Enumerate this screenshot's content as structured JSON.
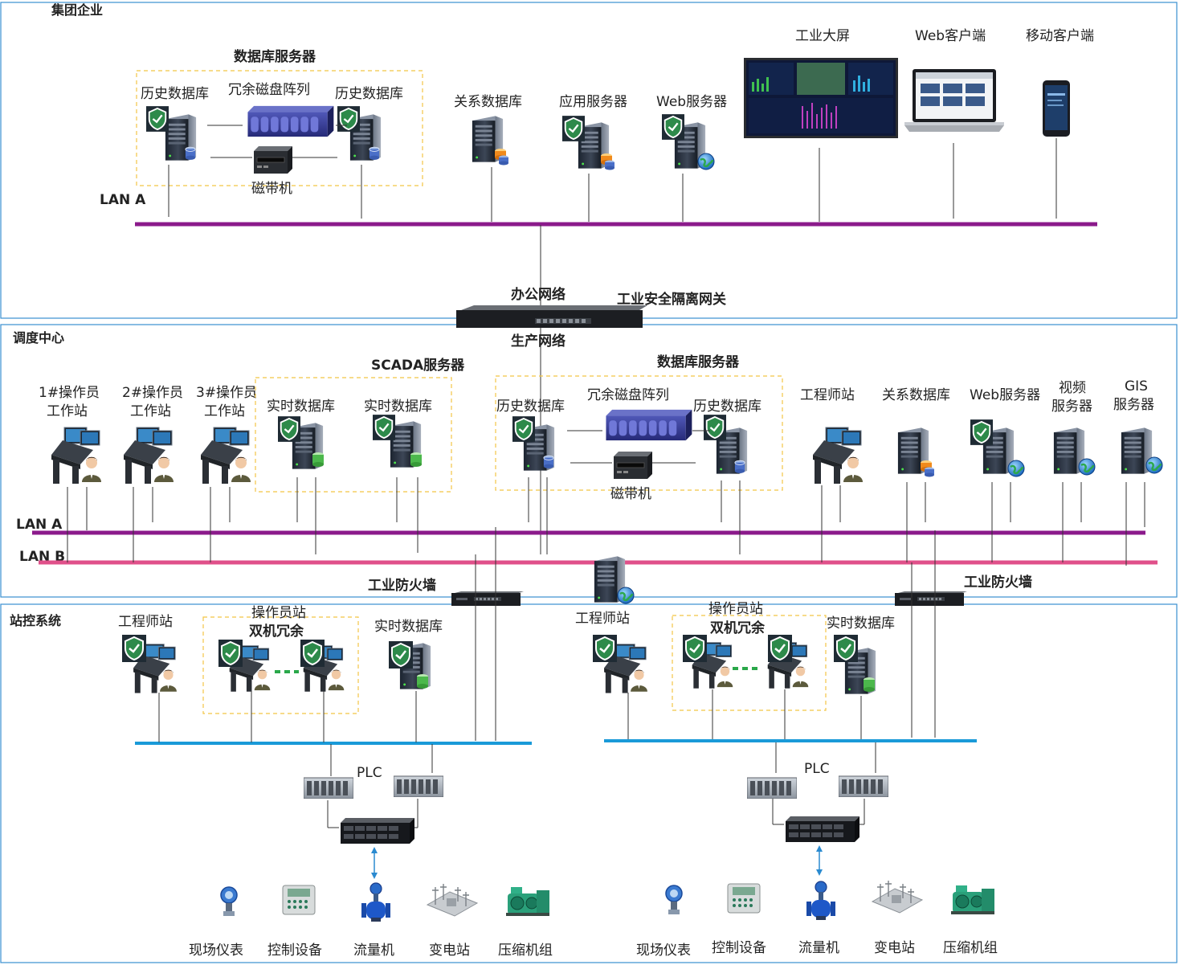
{
  "sections": {
    "group": "集团企业",
    "dispatch": "调度中心",
    "station": "站控系统"
  },
  "group": {
    "db_servers_title": "数据库服务器",
    "hist_db_left": "历史数据库",
    "raid": "冗余磁盘阵列",
    "hist_db_right": "历史数据库",
    "tape": "磁带机",
    "relational_db": "关系数据库",
    "app_server": "应用服务器",
    "web_server": "Web服务器",
    "industrial_screen": "工业大屏",
    "web_client": "Web客户端",
    "mobile_client": "移动客户端",
    "lan_a": "LAN A"
  },
  "gateway": {
    "office_net": "办公网络",
    "name": "工业安全隔离网关",
    "production_net": "生产网络"
  },
  "dispatch": {
    "op1": [
      "1#操作员",
      "工作站"
    ],
    "op2": [
      "2#操作员",
      "工作站"
    ],
    "op3": [
      "3#操作员",
      "工作站"
    ],
    "scada_title": "SCADA服务器",
    "rt_db_1": "实时数据库",
    "rt_db_2": "实时数据库",
    "db_servers_title": "数据库服务器",
    "hist_db_left": "历史数据库",
    "raid": "冗余磁盘阵列",
    "hist_db_right": "历史数据库",
    "tape": "磁带机",
    "eng_station": "工程师站",
    "relational_db": "关系数据库",
    "web_server": "Web服务器",
    "video_server": [
      "视频",
      "服务器"
    ],
    "gis_server": [
      "GIS",
      "服务器"
    ],
    "lan_a": "LAN A",
    "lan_b": "LAN B"
  },
  "firewalls": {
    "left": "工业防火墙",
    "right": "工业防火墙"
  },
  "station_left": {
    "eng_station": "工程师站",
    "op_station": "操作员站",
    "redundant": "双机冗余",
    "rt_db": "实时数据库",
    "plc": "PLC"
  },
  "station_right": {
    "eng_station": "工程师站",
    "op_station": "操作员站",
    "redundant": "双机冗余",
    "rt_db": "实时数据库",
    "plc": "PLC"
  },
  "field_devices": [
    "现场仪表",
    "控制设备",
    "流量机",
    "变电站",
    "压缩机组"
  ],
  "colors": {
    "section_border": "#3a8fd0",
    "lan_a": "#8b1a8b",
    "lan_b": "#e0508a",
    "station_bus": "#1a9ad8",
    "dash_box": "#f2c545",
    "shield": "#2d8a4a"
  }
}
